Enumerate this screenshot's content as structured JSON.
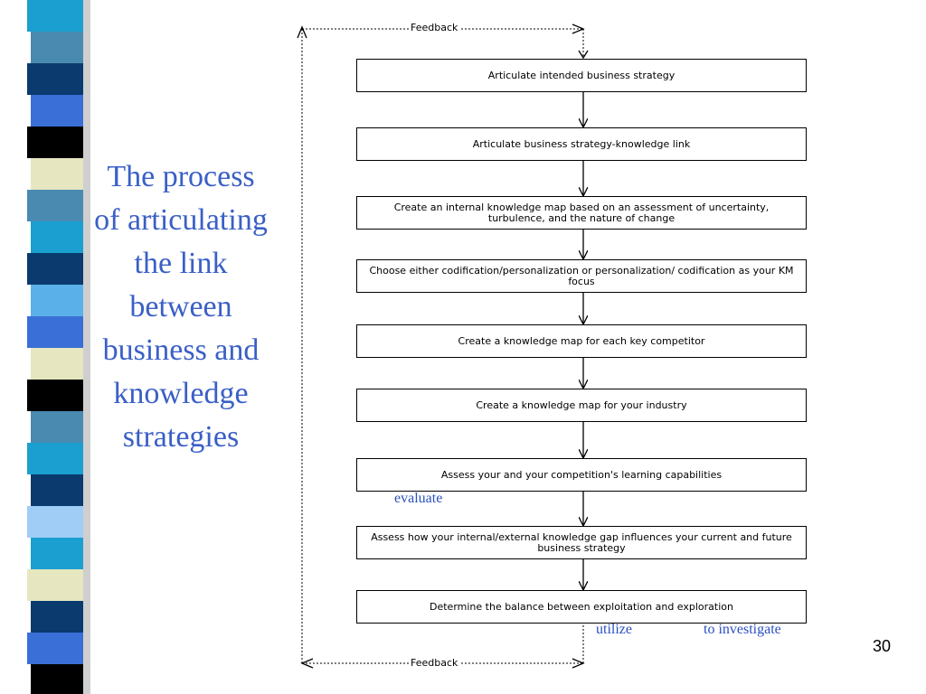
{
  "title": "The process of articulating the link between business and knowledge strategies",
  "steps": [
    "Articulate intended business strategy",
    "Articulate business strategy-knowledge link",
    "Create an internal knowledge map based on an assessment of uncertainty, turbulence, and the nature of change",
    "Choose either codification/personalization or personalization/ codification as your KM focus",
    "Create a knowledge map for each key competitor",
    "Create a knowledge map for your industry",
    "Assess your and your competition's learning capabilities",
    "Assess how your internal/external knowledge gap influences your current and future business strategy",
    "Determine the balance between exploitation and exploration"
  ],
  "feedback_top": "Feedback",
  "feedback_bottom": "Feedback",
  "notes": {
    "evaluate": "evaluate",
    "utilize": "utilize",
    "investigate": "to investigate"
  },
  "slide_number": "30",
  "colors": {
    "title": "#3a5fc6",
    "notes": "#2a4fc0",
    "stripe": [
      "#1a9fd0",
      "#4a8ab0",
      "#0a3a6e",
      "#3a6fd8",
      "#000000",
      "#e6e6c0",
      "#5ab0e8",
      "#a0cdf5"
    ]
  }
}
